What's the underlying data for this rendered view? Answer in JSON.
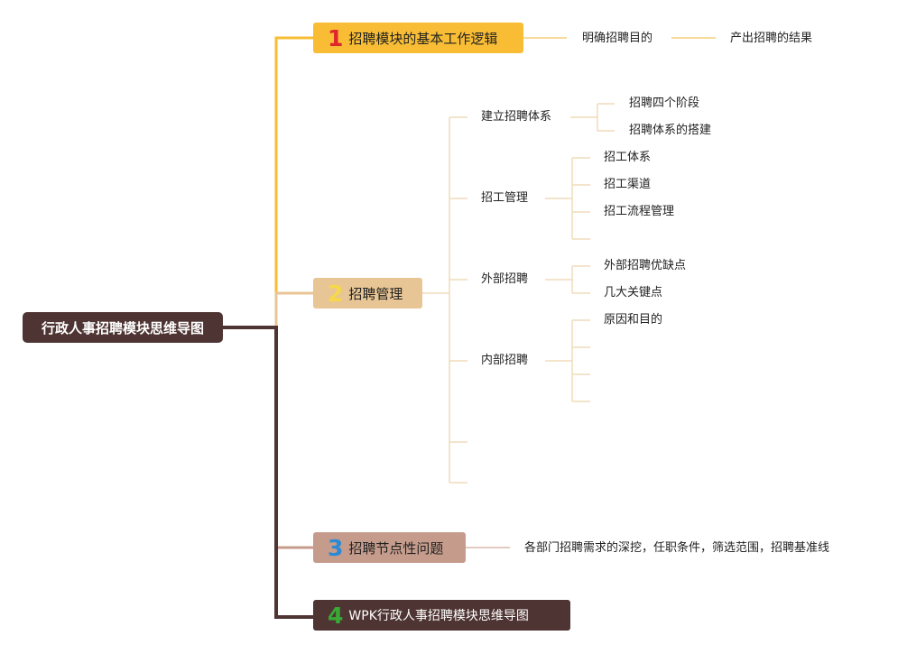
{
  "root": {
    "label": "行政人事招聘模块思维导图"
  },
  "branches": [
    {
      "num": "1",
      "label": "招聘模块的基本工作逻辑",
      "children": [
        "明确招聘目的",
        "产出招聘的结果"
      ]
    },
    {
      "num": "2",
      "label": "招聘管理",
      "groups": [
        {
          "label": "建立招聘体系",
          "children": [
            "招聘四个阶段",
            "招聘体系的搭建"
          ]
        },
        {
          "label": "招工管理",
          "children": [
            "招工体系",
            "招工渠道",
            "招工流程管理"
          ]
        },
        {
          "label": "外部招聘",
          "children": [
            "外部招聘优缺点",
            "几大关键点"
          ]
        },
        {
          "label": "内部招聘",
          "children": [
            "原因和目的"
          ]
        }
      ]
    },
    {
      "num": "3",
      "label": "招聘节点性问题",
      "children": [
        "各部门招聘需求的深挖，任职条件，筛选范围，招聘基准线"
      ]
    },
    {
      "num": "4",
      "label": "WPK行政人事招聘模块思维导图"
    }
  ],
  "colors": {
    "root": "#4e3533",
    "branch1": "#f8bd34",
    "branch2": "#e8c594",
    "branch3": "#c59b8b",
    "branch4": "#4e3533",
    "num1": "#e0252b",
    "num2": "#f6d84a",
    "num3": "#2a8ad6",
    "num4": "#39a935"
  }
}
